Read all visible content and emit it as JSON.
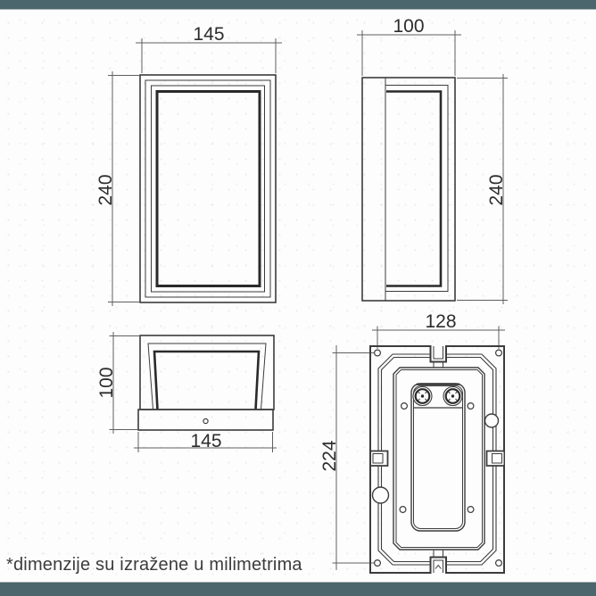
{
  "footnote": "*dimenzije su izražene u milimetrima",
  "colors": {
    "band": "#4b666c",
    "line": "#3c3c3c",
    "dim_text": "#2d2d2d"
  },
  "views": {
    "front": {
      "width_mm": "145",
      "height_mm": "240"
    },
    "side": {
      "depth_mm": "100",
      "height_mm": "240"
    },
    "top": {
      "depth_mm": "100",
      "width_mm": "145"
    },
    "back": {
      "hole_spacing_x_mm": "128",
      "hole_spacing_y_mm": "224"
    }
  }
}
